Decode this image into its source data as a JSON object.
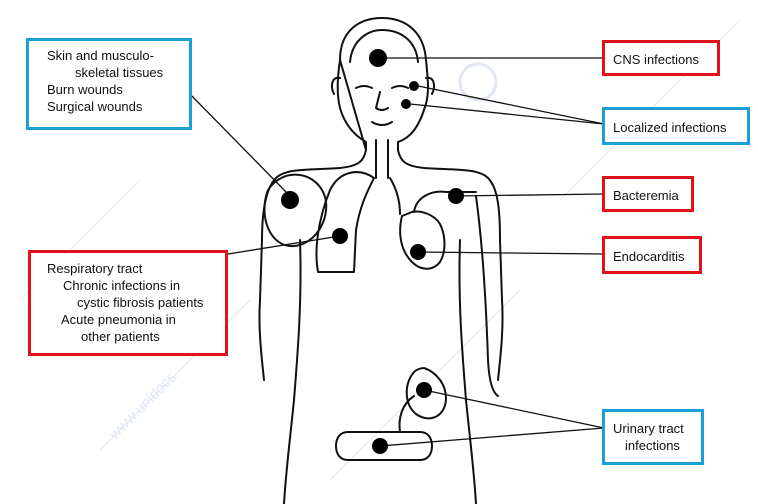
{
  "labels": {
    "skin": {
      "lines": [
        "Skin and musculo-",
        "skeletal tissues",
        "Burn wounds",
        "Surgical wounds"
      ],
      "color": "#1a9fd6"
    },
    "cns": {
      "lines": [
        "CNS infections"
      ],
      "color": "#e0121c"
    },
    "localized": {
      "lines": [
        "Localized infections"
      ],
      "color": "#1a9fd6"
    },
    "bacteremia": {
      "lines": [
        "Bacteremia"
      ],
      "color": "#e0121c"
    },
    "endocarditis": {
      "lines": [
        "Endocarditis"
      ],
      "color": "#e0121c"
    },
    "respiratory": {
      "lines": [
        "Respiratory tract",
        "Chronic infections in",
        "cystic fibrosis patients",
        "Acute pneumonia in",
        "other patients"
      ],
      "color": "#e0121c"
    },
    "urinary": {
      "lines": [
        "Urinary tract",
        "infections"
      ],
      "color": "#1a9fd6"
    }
  },
  "watermark": "www.unidocs.",
  "colors": {
    "outline": "#111111",
    "dot": "#000000",
    "watermark": "#c9d6ea"
  }
}
